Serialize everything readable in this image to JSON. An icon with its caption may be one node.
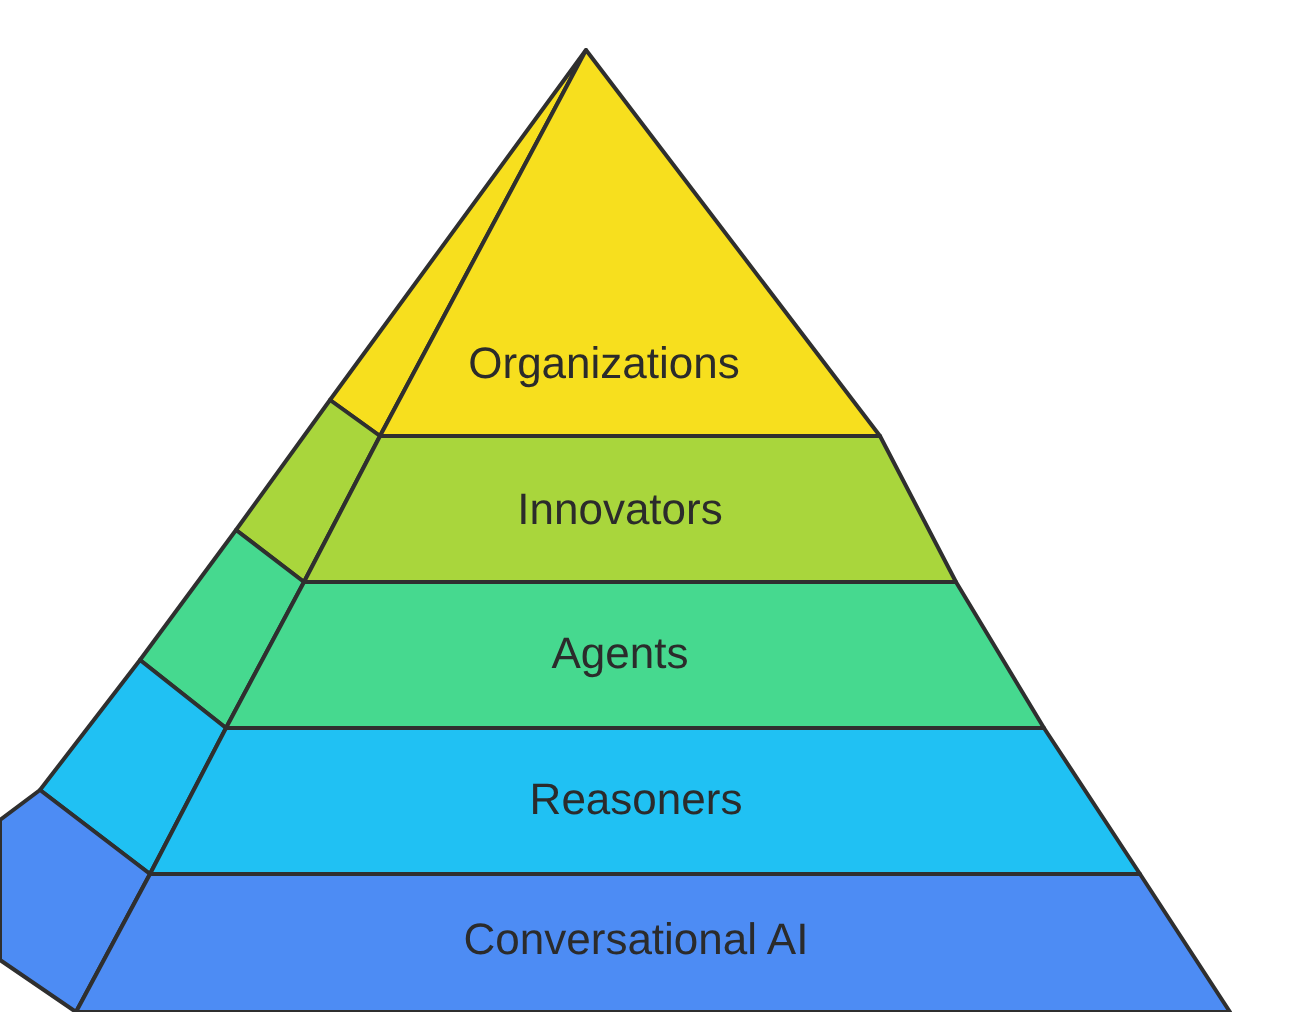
{
  "diagram": {
    "nodes": [
      {
        "text": [
          "Organizations"
        ]
      },
      {
        "text": [
          "Innovators"
        ]
      },
      {
        "text": [
          "Agents"
        ]
      },
      {
        "text": [
          "Reasoners"
        ]
      },
      {
        "text": [
          "Conversational AI"
        ]
      }
    ]
  }
}
